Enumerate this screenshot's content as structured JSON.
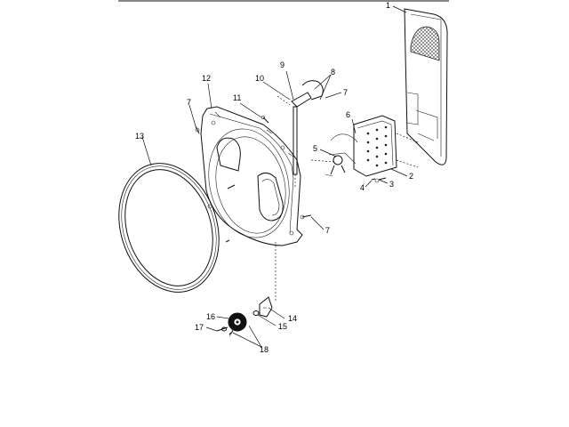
{
  "callouts": [
    "1",
    "2",
    "3",
    "4",
    "5",
    "6",
    "7",
    "8",
    "9",
    "10",
    "11",
    "12",
    "13",
    "14",
    "15",
    "16",
    "17",
    "18",
    "7",
    "7",
    "7"
  ],
  "parts": {
    "rear_panel": "1",
    "mounting_bracket_plate": "2",
    "screw_small_a": "3",
    "screw_small_b": "4",
    "sensor": "5",
    "terminal_block": "6",
    "screw_7": "7",
    "clip_8": "8",
    "bracket_9": "9",
    "wire_10": "10",
    "screw_11": "11",
    "bulkhead": "12",
    "seal_13": "13",
    "roller_bracket_14": "14",
    "washer_15": "15",
    "roller_16": "16",
    "axle_17": "17",
    "retainer_18": "18"
  }
}
